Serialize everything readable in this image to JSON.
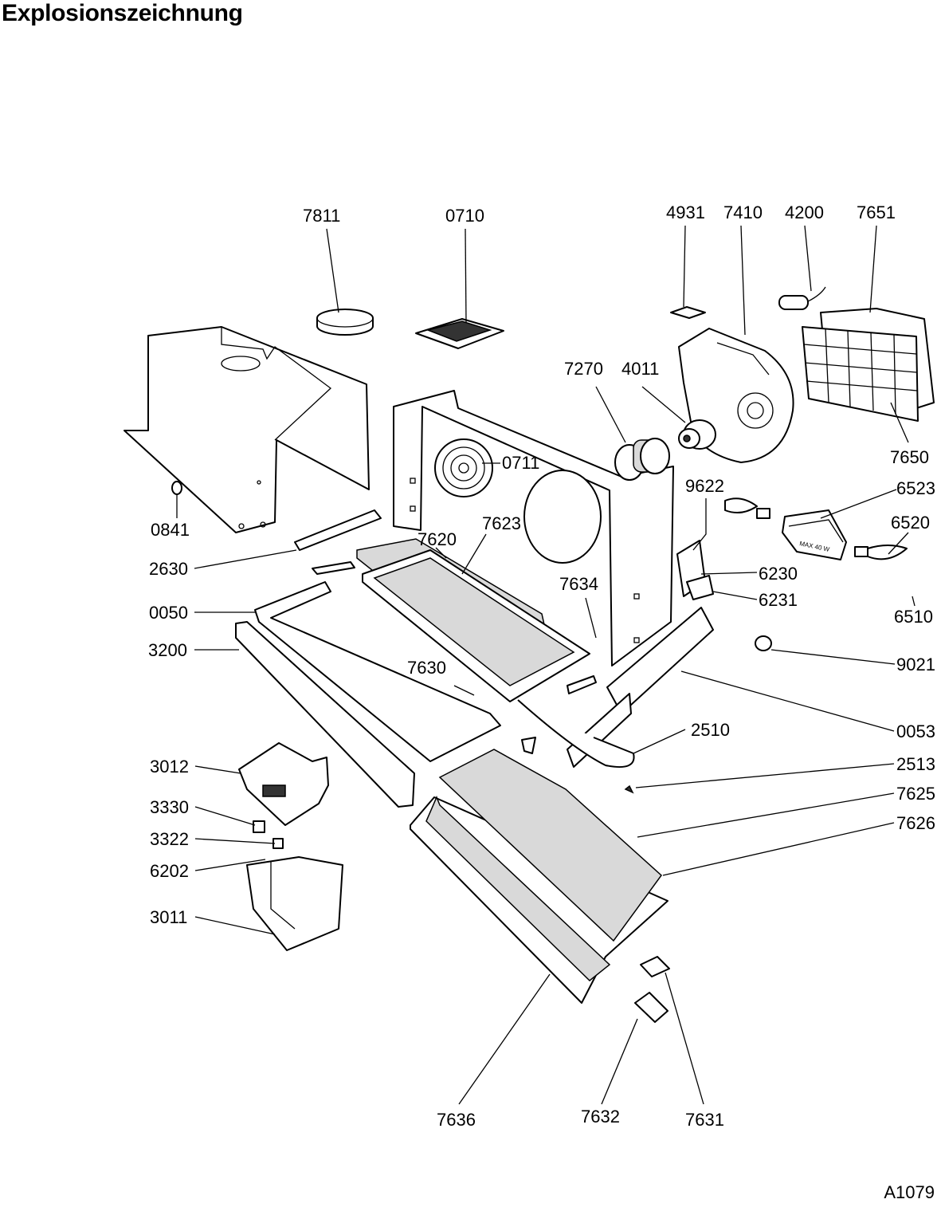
{
  "title": "Explosionszeichnung",
  "document_code": "A1079",
  "callouts": [
    {
      "id": "7811",
      "text": "7811"
    },
    {
      "id": "0710",
      "text": "0710"
    },
    {
      "id": "4931",
      "text": "4931"
    },
    {
      "id": "7410",
      "text": "7410"
    },
    {
      "id": "4200",
      "text": "4200"
    },
    {
      "id": "7651",
      "text": "7651"
    },
    {
      "id": "7270",
      "text": "7270"
    },
    {
      "id": "4011",
      "text": "4011"
    },
    {
      "id": "7650",
      "text": "7650"
    },
    {
      "id": "0711",
      "text": "0711"
    },
    {
      "id": "9622",
      "text": "9622"
    },
    {
      "id": "6523",
      "text": "6523"
    },
    {
      "id": "6520",
      "text": "6520"
    },
    {
      "id": "0841",
      "text": "0841"
    },
    {
      "id": "7620",
      "text": "7620"
    },
    {
      "id": "7623",
      "text": "7623"
    },
    {
      "id": "2630",
      "text": "2630"
    },
    {
      "id": "6230",
      "text": "6230"
    },
    {
      "id": "7634",
      "text": "7634"
    },
    {
      "id": "6231",
      "text": "6231"
    },
    {
      "id": "0050",
      "text": "0050"
    },
    {
      "id": "6510",
      "text": "6510"
    },
    {
      "id": "3200",
      "text": "3200"
    },
    {
      "id": "9021",
      "text": "9021"
    },
    {
      "id": "7630",
      "text": "7630"
    },
    {
      "id": "0053",
      "text": "0053"
    },
    {
      "id": "2510",
      "text": "2510"
    },
    {
      "id": "3012",
      "text": "3012"
    },
    {
      "id": "2513",
      "text": "2513"
    },
    {
      "id": "7625",
      "text": "7625"
    },
    {
      "id": "3330",
      "text": "3330"
    },
    {
      "id": "7626",
      "text": "7626"
    },
    {
      "id": "3322",
      "text": "3322"
    },
    {
      "id": "6202",
      "text": "6202"
    },
    {
      "id": "3011",
      "text": "3011"
    },
    {
      "id": "7636",
      "text": "7636"
    },
    {
      "id": "7632",
      "text": "7632"
    },
    {
      "id": "7631",
      "text": "7631"
    }
  ],
  "embedded_text": {
    "lamp_holder_marking": "MAX 40 W"
  }
}
